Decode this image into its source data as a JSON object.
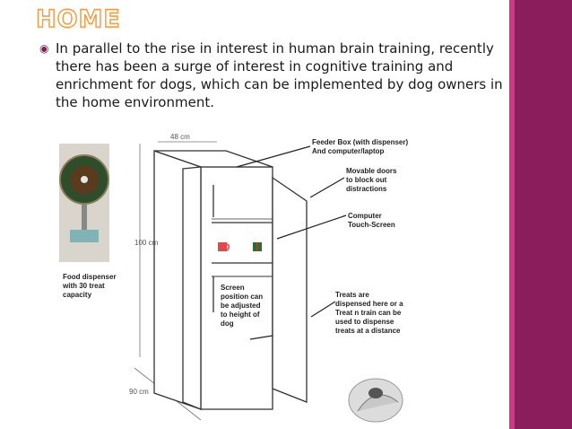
{
  "slide": {
    "title": "HOME",
    "bullet": "In parallel to the rise in interest in human brain training, recently there has been a surge of interest in cognitive training and enrichment for dogs, which can be implemented by dog owners in the home environment."
  },
  "figure": {
    "dimensions": {
      "width": "48 cm",
      "height": "100 cm",
      "depth": "90 cm"
    },
    "labels": {
      "feeder_box": "Feeder Box (with dispenser)\nAnd computer/laptop",
      "movable_doors": "Movable doors\nto block out\ndistractions",
      "computer": "Computer\nTouch-Screen",
      "treats": "Treats are\ndispensed here or a\nTreat n train can be\nused to dispense\ntreats at a distance",
      "food_dispenser": "Food dispenser\nwith 30 treat\ncapacity",
      "screen_position": "Screen\nposition can\nbe adjusted\nto height of\ndog"
    }
  },
  "colors": {
    "sidebar": "#8b1d5c",
    "sidebar_edge": "#c93a87",
    "title_outline": "#f09a3a",
    "bullet": "#7d1e56"
  },
  "icons": {
    "bullet": "target-bullet-icon"
  }
}
